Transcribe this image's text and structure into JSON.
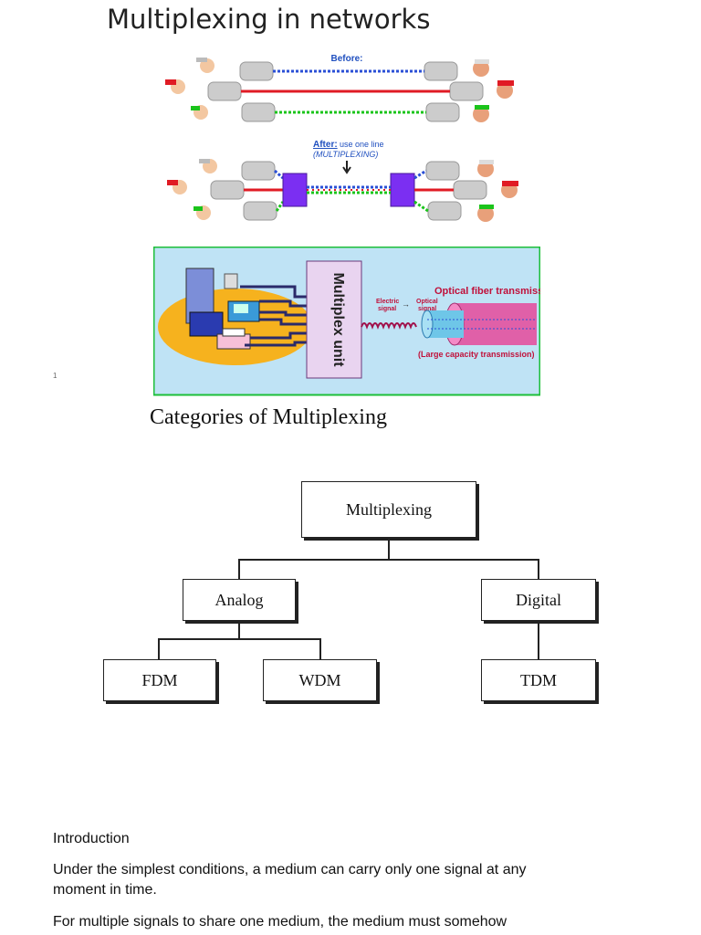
{
  "title": "Multiplexing in networks",
  "figure1": {
    "before_label": "Before:",
    "after_label": "After:",
    "after_text": "use one line",
    "multiplexing_label": "(MULTIPLEXING)"
  },
  "figure2": {
    "unit_label": "Multiplex unit",
    "electric_label_1": "Electric",
    "electric_label_2": "signal",
    "optical_label_1": "Optical",
    "optical_label_2": "signal",
    "fiber_title": "Optical fiber transmission",
    "capacity_label": "(Large capacity transmission)"
  },
  "page_number": "1",
  "categories_heading": "Categories of Multiplexing",
  "tree": {
    "root": "Multiplexing",
    "analog": "Analog",
    "digital": "Digital",
    "fdm": "FDM",
    "wdm": "WDM",
    "tdm": "TDM"
  },
  "text": {
    "heading": "Introduction",
    "para1": "Under the simplest conditions, a medium can carry only one signal at any moment in time.",
    "para2": "For multiple signals to share one medium, the medium must somehow"
  }
}
